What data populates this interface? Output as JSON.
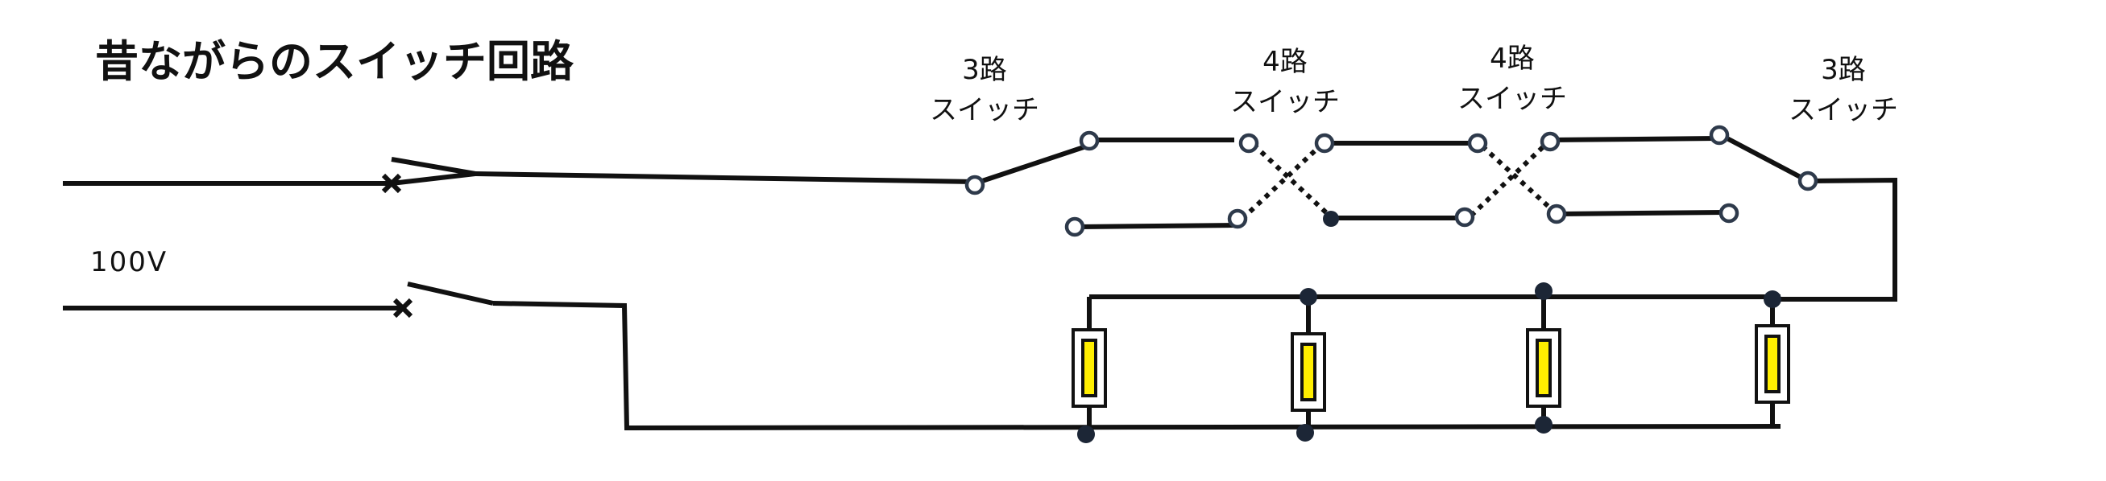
{
  "title": "昔ながらのスイッチ回路",
  "voltage_label": "100V",
  "switches": [
    {
      "number": "3路",
      "type": "スイッチ"
    },
    {
      "number": "4路",
      "type": "スイッチ"
    },
    {
      "number": "4路",
      "type": "スイッチ"
    },
    {
      "number": "3路",
      "type": "スイッチ"
    }
  ],
  "colors": {
    "wire": "#111111",
    "terminal": "#2e3a4b",
    "lamp_core": "#ffee00",
    "junction": "#1c2636"
  }
}
